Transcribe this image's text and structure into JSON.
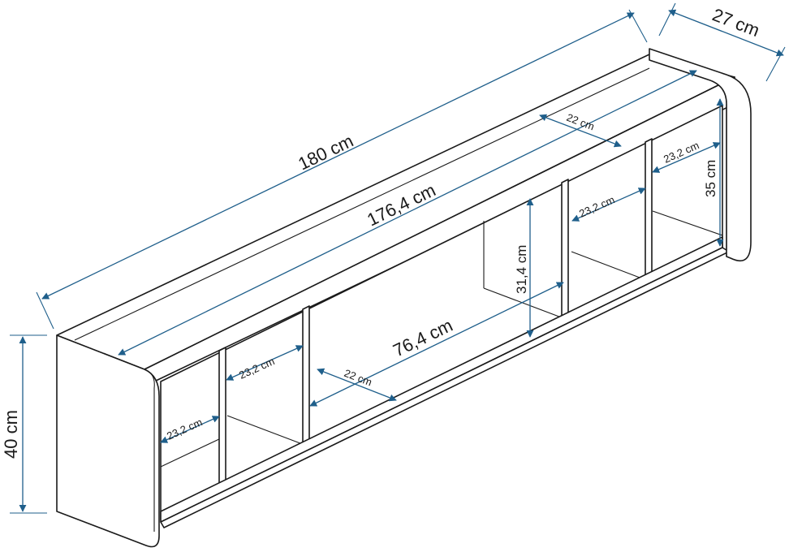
{
  "dimensions": {
    "total_width": "180 cm",
    "inner_width": "176,4 cm",
    "depth": "27 cm",
    "height": "40 cm",
    "inner_height": "35 cm",
    "middle_width": "76,4 cm",
    "middle_height": "31,4 cm",
    "compartment_width": "23,2 cm",
    "shelf_depth": "22 cm"
  },
  "colors": {
    "line": "#1a1a1a",
    "dimension": "#1f5f8b"
  }
}
